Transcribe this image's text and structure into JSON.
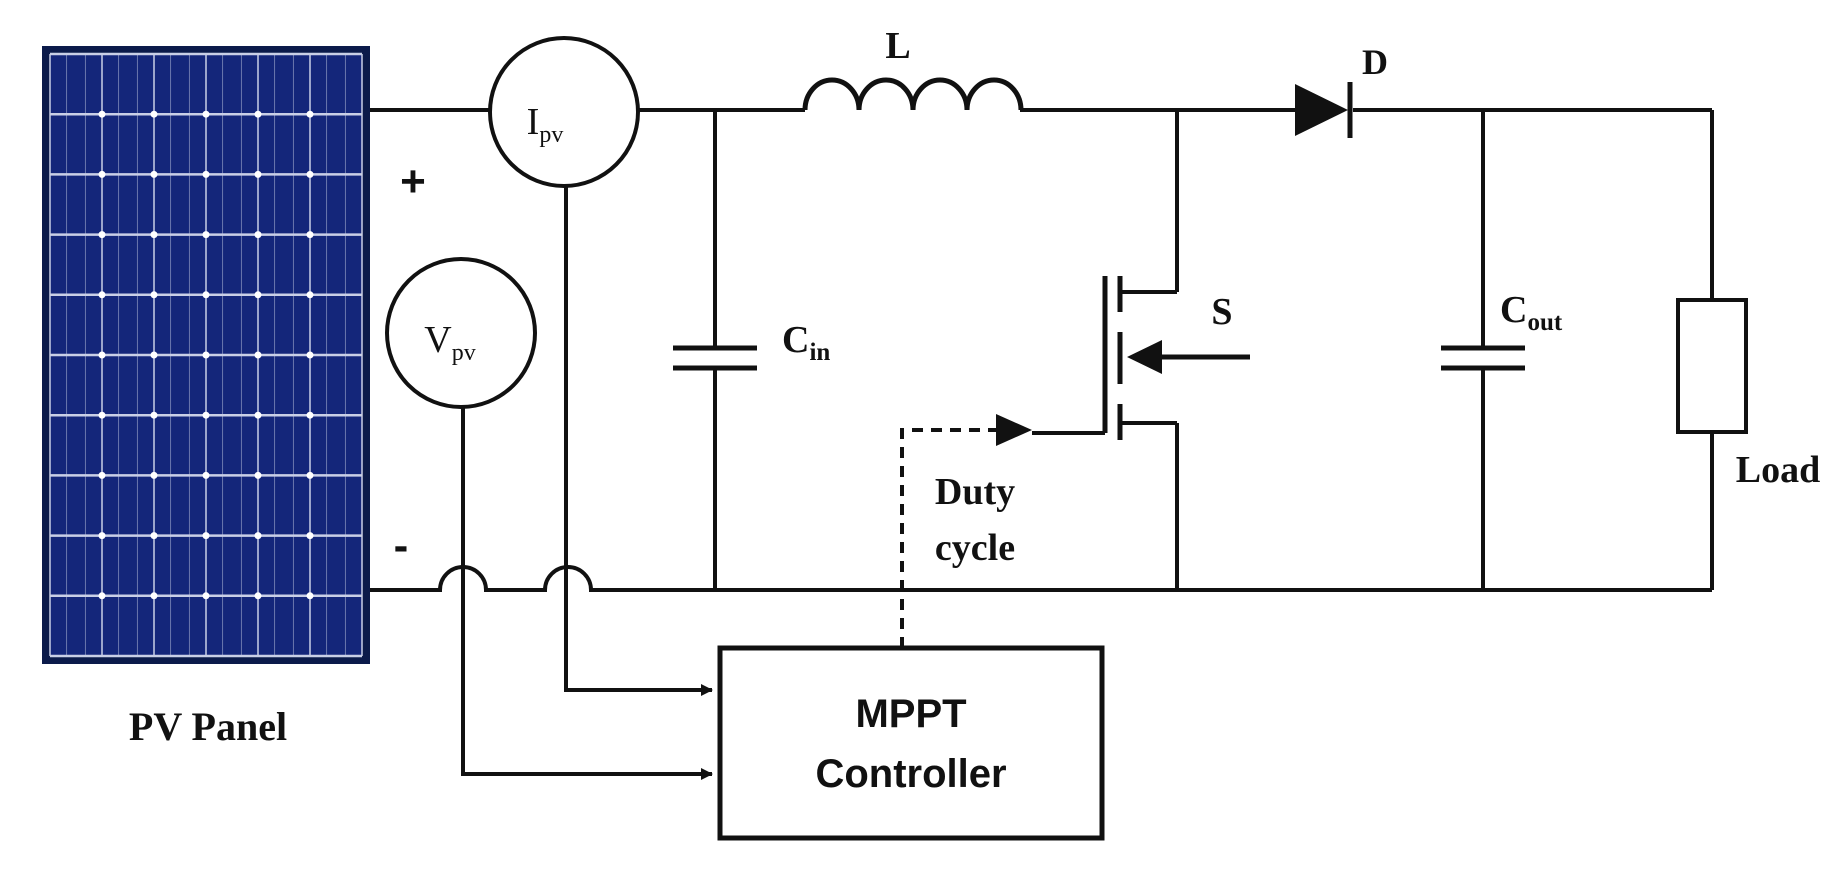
{
  "colors": {
    "wire": "#111111",
    "panel_frame": "#0b1a4a",
    "panel_cell": "#14267a",
    "panel_grid": "#c9cfe6",
    "background": "#ffffff"
  },
  "panel": {
    "label": "PV Panel",
    "plus": "+",
    "minus": "-"
  },
  "sensors": {
    "current": {
      "main": "I",
      "sub": "pv"
    },
    "voltage": {
      "main": "V",
      "sub": "pv"
    }
  },
  "components": {
    "inductor": "L",
    "diode": "D",
    "cin": {
      "main": "C",
      "sub": "in"
    },
    "switch": "S",
    "cout": {
      "main": "C",
      "sub": "out"
    },
    "load": "Load"
  },
  "controller": {
    "line1": "MPPT",
    "line2": "Controller"
  },
  "duty": {
    "line1": "Duty",
    "line2": "cycle"
  }
}
